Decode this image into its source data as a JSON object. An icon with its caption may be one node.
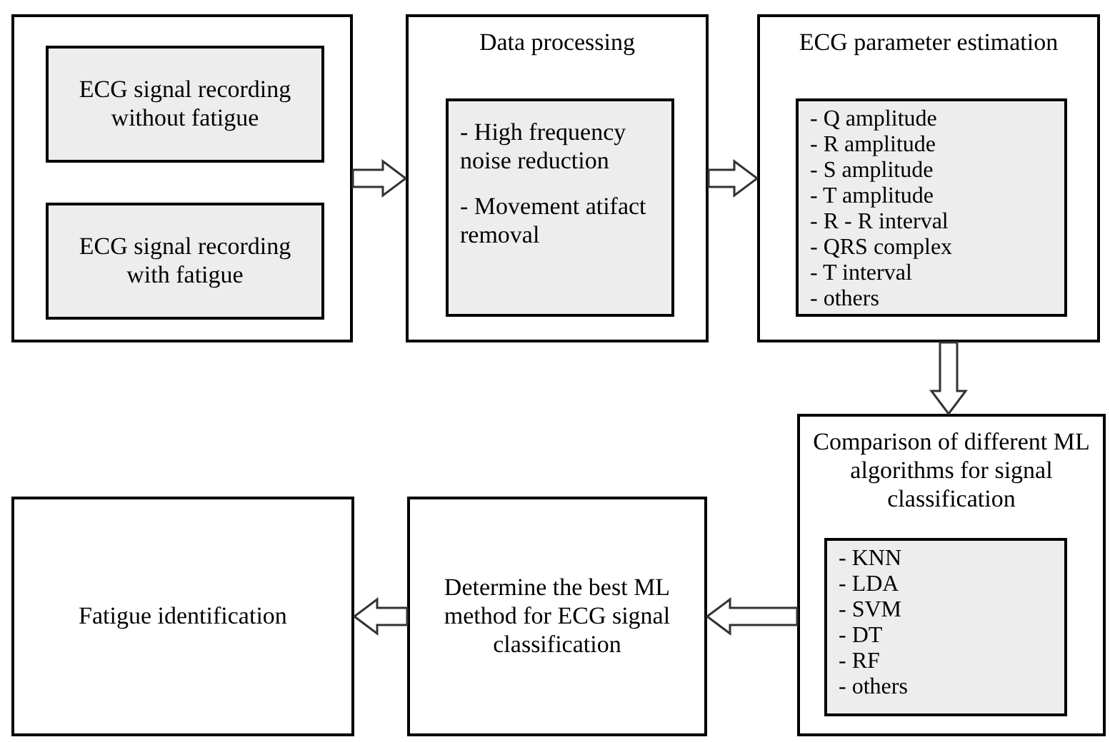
{
  "diagram": {
    "nodes": [
      {
        "text": [],
        "shape": "box"
      },
      {
        "text": [
          "ECG signal recording without fatigue"
        ],
        "in": 0
      },
      {
        "text": [
          "ECG signal recording with fatigue"
        ],
        "in": 0
      },
      {
        "text": [
          "Data processing"
        ]
      },
      {
        "text": [
          "- High frequency noise reduction",
          "- Movement atifact removal"
        ],
        "in": 3
      },
      {
        "text": [
          "ECG parameter estimation"
        ]
      },
      {
        "text": [
          "- Q amplitude",
          "- R amplitude",
          "- S amplitude",
          "- T amplitude",
          "- R - R interval",
          "- QRS complex",
          "- T interval",
          "- others"
        ],
        "in": 5
      },
      {
        "text": [
          "Comparison of different ML algorithms for signal classification"
        ]
      },
      {
        "text": [
          "- KNN",
          "- LDA",
          "- SVM",
          "- DT",
          "- RF",
          "- others"
        ],
        "in": 7
      },
      {
        "text": [
          "Determine the best ML method for ECG signal classification"
        ]
      },
      {
        "text": [
          "Fatigue identification"
        ]
      }
    ],
    "edges": [
      {
        "from": 0,
        "to": 3,
        "arrow": "to"
      },
      {
        "from": 3,
        "to": 5,
        "arrow": "to"
      },
      {
        "from": 5,
        "to": 7,
        "arrow": "to"
      },
      {
        "from": 7,
        "to": 9,
        "arrow": "to"
      },
      {
        "from": 9,
        "to": 10,
        "arrow": "to"
      }
    ]
  }
}
